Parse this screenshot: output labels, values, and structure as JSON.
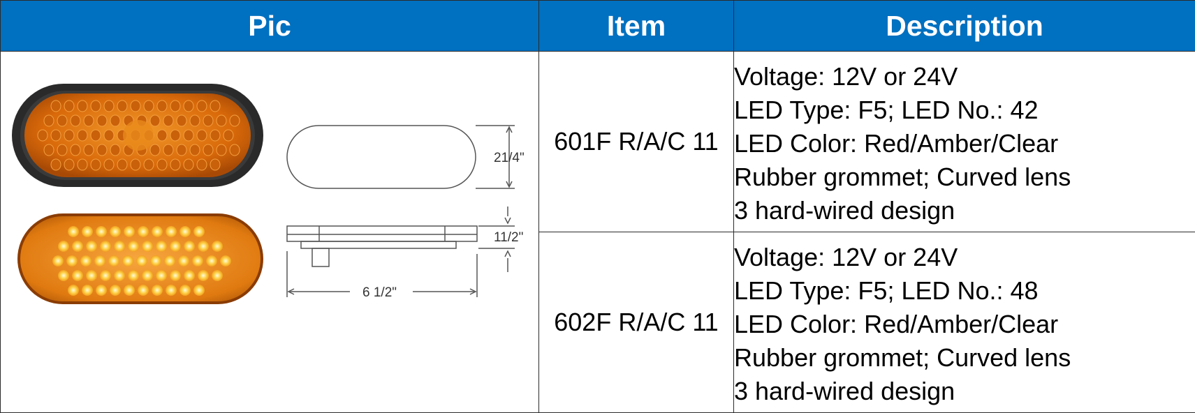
{
  "table": {
    "headers": {
      "pic": "Pic",
      "item": "Item",
      "description": "Description"
    },
    "rows": [
      {
        "item": "601F R/A/C 11",
        "description": [
          "Voltage: 12V or 24V",
          "LED Type: F5; LED No.: 42",
          "LED Color: Red/Amber/Clear",
          "Rubber grommet; Curved lens",
          "3 hard-wired design"
        ]
      },
      {
        "item": "602F R/A/C 11",
        "description": [
          "Voltage: 12V or 24V",
          "LED Type: F5; LED No.: 48",
          "LED Color: Red/Amber/Clear",
          "Rubber grommet; Curved lens",
          "3 hard-wired design"
        ]
      }
    ]
  },
  "picture": {
    "dimension_height": "21/4\"",
    "dimension_depth": "11/2\"",
    "dimension_width": "6 1/2\""
  },
  "colors": {
    "header_bg": "#0070c0",
    "header_text": "#ffffff",
    "amber_lens": "#e07a10",
    "lit_led": "#ffd24a",
    "grommet": "#2a2a2a"
  },
  "icons": {
    "lamp_unlit": "oval-amber-lamp-with-grommet",
    "lamp_lit": "oval-amber-lamp-lit",
    "drawing": "dimension-drawing"
  }
}
